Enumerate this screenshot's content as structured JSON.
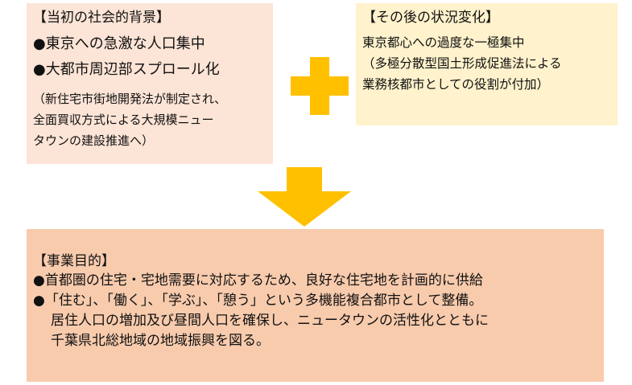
{
  "colors": {
    "left_box": "#fce4d6",
    "right_box": "#fff2cc",
    "bottom_box": "#f8cbad",
    "plus": "#ffc000",
    "arrow": "#ffc000"
  },
  "left_box": {
    "heading": "【当初の社会的背景】",
    "bullets": [
      "●東京への急激な人口集中",
      "●大都市周辺部スプロール化"
    ],
    "note_lines": [
      "（新住宅市街地開発法が制定され、",
      "全面買収方式による大規模ニュー",
      "タウンの建設推進へ）"
    ]
  },
  "plus_icon": "plus-icon",
  "right_box": {
    "heading": "【その後の状況変化】",
    "lines": [
      "東京都心への過度な一極集中",
      "（多極分散型国土形成促進法による",
      "業務核都市としての役割が付加）"
    ]
  },
  "arrow_icon": "down-arrow-icon",
  "bottom_box": {
    "heading": "【事業目的】",
    "lines": [
      "●首都圏の住宅・宅地需要に対応するため、良好な住宅地を計画的に供給",
      "●「住む」、「働く」、「学ぶ」、「憩う」という多機能複合都市として整備。"
    ],
    "indent_lines": [
      "居住人口の増加及び昼間人口を確保し、ニュータウンの活性化とともに",
      "千葉県北総地域の地域振興を図る。"
    ]
  }
}
